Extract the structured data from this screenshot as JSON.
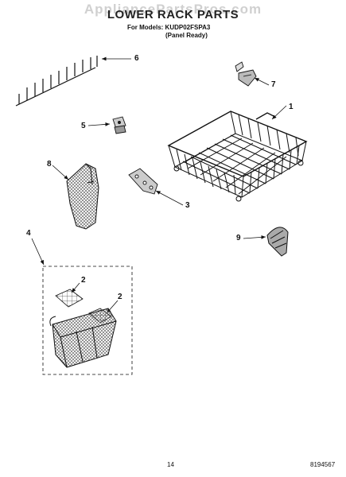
{
  "watermark": "AppliancePartsPros.com",
  "title": "LOWER RACK PARTS",
  "models_line": "For Models: KUDP02FSPA3",
  "panel_note": "(Panel Ready)",
  "callouts": [
    "1",
    "2",
    "2",
    "3",
    "4",
    "5",
    "6",
    "7",
    "8",
    "9"
  ],
  "page_number": "14",
  "doc_code": "8194567"
}
